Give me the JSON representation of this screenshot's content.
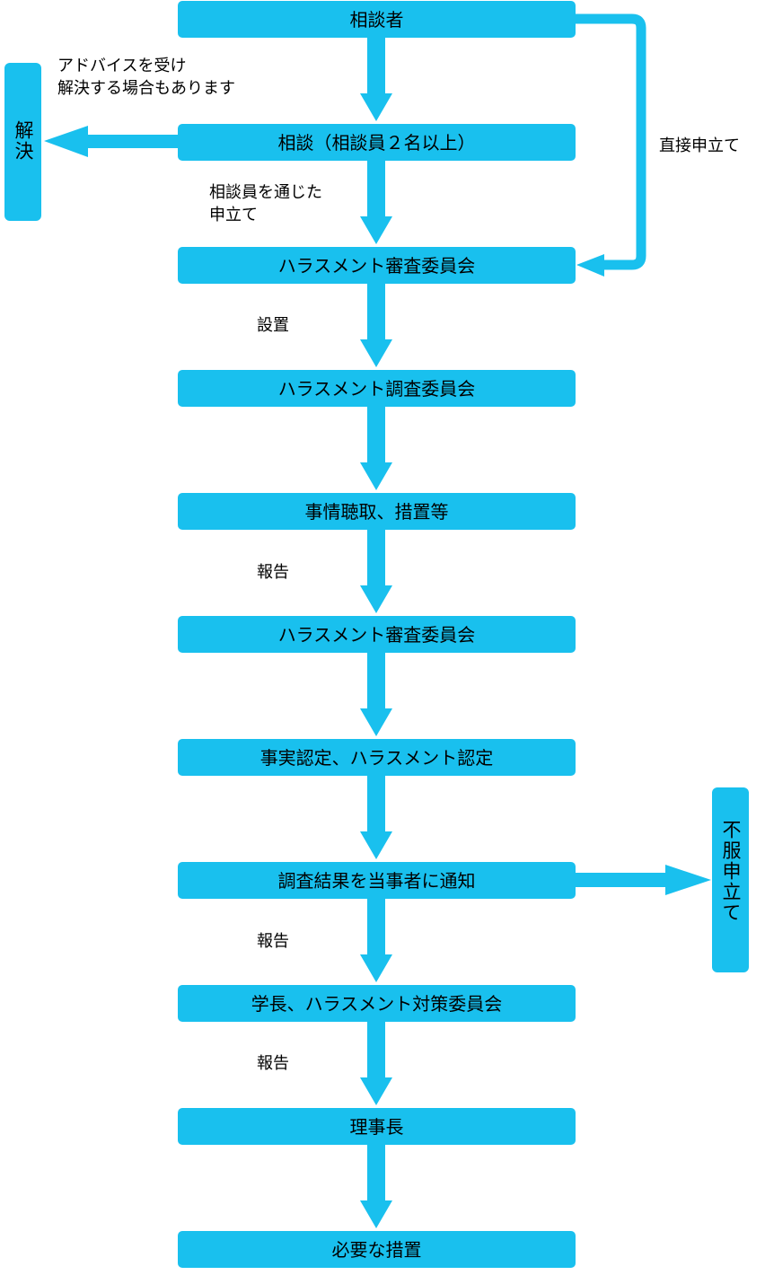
{
  "nodes": {
    "consulter": "相談者",
    "consultation": "相談（相談員２名以上）",
    "review_committee_1": "ハラスメント審査委員会",
    "investigation_committee": "ハラスメント調査委員会",
    "hearing": "事情聴取、措置等",
    "review_committee_2": "ハラスメント審査委員会",
    "fact_finding": "事実認定、ハラスメント認定",
    "notify": "調査結果を当事者に通知",
    "president": "学長、ハラスメント対策委員会",
    "chairman": "理事長",
    "measures": "必要な措置"
  },
  "side": {
    "resolution": "解決",
    "objection": "不服申立て"
  },
  "labels": {
    "advice_line1": "アドバイスを受け",
    "advice_line2": "解決する場合もあります",
    "via_line1": "相談員を通じた",
    "via_line2": "申立て",
    "direct": "直接申立て",
    "establish": "設置",
    "report_1": "報告",
    "report_2": "報告",
    "report_3": "報告"
  },
  "colors": {
    "accent": "#19c0ee"
  }
}
